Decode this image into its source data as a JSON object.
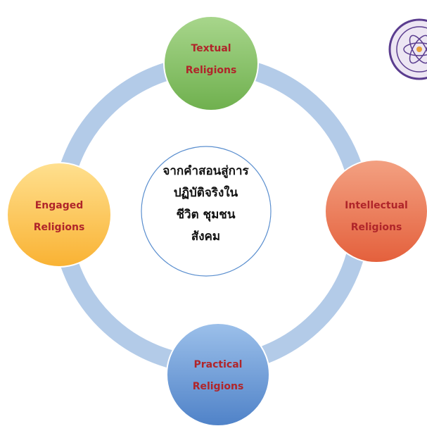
{
  "diagram": {
    "center": {
      "lines": [
        "จากคำสอนสู่การ",
        "ปฏิบัติจริงใน",
        "ชีวิต  ชุมชน",
        "สังคม"
      ]
    },
    "nodes": [
      {
        "id": "textual",
        "line1": "Textual",
        "line2": "Religions",
        "color": "#8fc770"
      },
      {
        "id": "intellectual",
        "line1": "Intellectual",
        "line2": "Religions",
        "color": "#ec7a5a"
      },
      {
        "id": "practical",
        "line1": "Practical",
        "line2": "Religions",
        "color": "#6f9fd8"
      },
      {
        "id": "engaged",
        "line1": "Engaged",
        "line2": "Religions",
        "color": "#fdc85c"
      }
    ],
    "ring_color": "#aec6e6",
    "label_color": "#b0252a"
  },
  "logo": {
    "icon": "university-seal-icon",
    "color": "#5b3d8f"
  }
}
